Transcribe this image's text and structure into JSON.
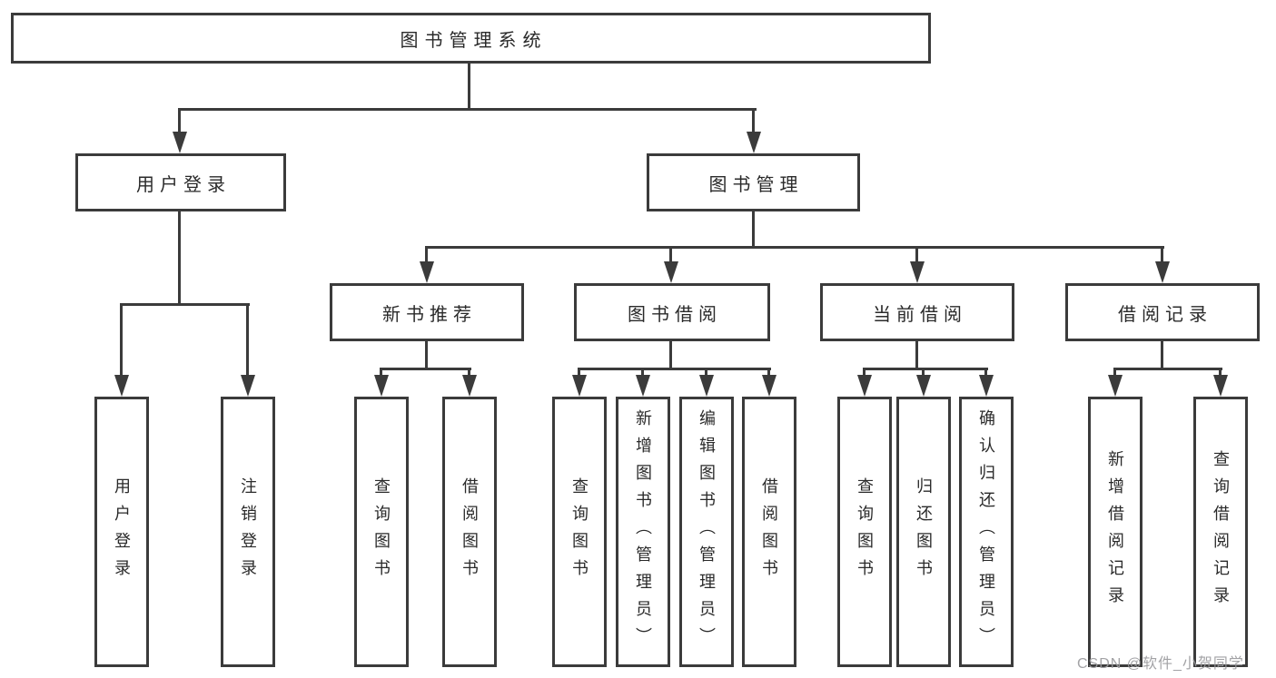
{
  "colors": {
    "background": "#ffffff",
    "line": "#3b3b3b",
    "box_border": "#3b3b3b",
    "text": "#2a2a2a",
    "watermark": "#9b9b9e"
  },
  "watermark": "CSDN @软件_小贺同学",
  "nodes": {
    "root": {
      "label": "图书管理系统"
    },
    "login": {
      "label": "用户登录"
    },
    "mgmt": {
      "label": "图书管理"
    },
    "rec": {
      "label": "新书推荐"
    },
    "borrow": {
      "label": "图书借阅"
    },
    "current": {
      "label": "当前借阅"
    },
    "record": {
      "label": "借阅记录"
    },
    "l_login": {
      "label": "用户登录"
    },
    "l_logout": {
      "label": "注销登录"
    },
    "l_query1": {
      "label": "查询图书"
    },
    "l_borrow1": {
      "label": "借阅图书"
    },
    "l_query2": {
      "label": "查询图书"
    },
    "l_add": {
      "label": "新增图书（管理员）"
    },
    "l_edit": {
      "label": "编辑图书（管理员）"
    },
    "l_borrow2": {
      "label": "借阅图书"
    },
    "l_query3": {
      "label": "查询图书"
    },
    "l_return": {
      "label": "归还图书"
    },
    "l_confirm": {
      "label": "确认归还（管理员）"
    },
    "l_addrec": {
      "label": "新增借阅记录"
    },
    "l_queryrec": {
      "label": "查询借阅记录"
    }
  },
  "hierarchy": {
    "图书管理系统": [
      "用户登录",
      "图书管理"
    ],
    "用户登录": [
      "用户登录",
      "注销登录"
    ],
    "图书管理": [
      "新书推荐",
      "图书借阅",
      "当前借阅",
      "借阅记录"
    ],
    "新书推荐": [
      "查询图书",
      "借阅图书"
    ],
    "图书借阅": [
      "查询图书",
      "新增图书（管理员）",
      "编辑图书（管理员）",
      "借阅图书"
    ],
    "当前借阅": [
      "查询图书",
      "归还图书",
      "确认归还（管理员）"
    ],
    "借阅记录": [
      "新增借阅记录",
      "查询借阅记录"
    ]
  }
}
